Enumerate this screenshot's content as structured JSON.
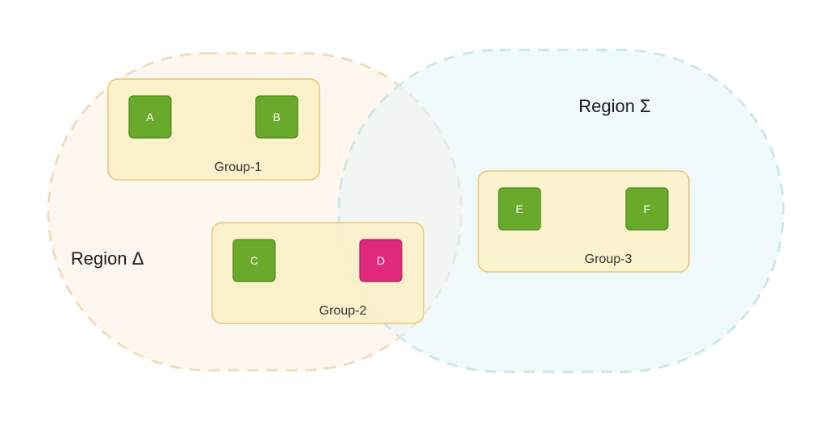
{
  "regions": {
    "delta": {
      "label": "Region Δ",
      "fill": "#fdf1e2",
      "stroke": "#f2dcbf"
    },
    "sigma": {
      "label": "Region Σ",
      "fill": "#e5f5f6",
      "stroke": "#cde8e8"
    }
  },
  "groups": {
    "group1": {
      "label": "Group-1"
    },
    "group2": {
      "label": "Group-2"
    },
    "group3": {
      "label": "Group-3"
    }
  },
  "group_style": {
    "fill": "#fdf0c6",
    "stroke": "#e6c57b"
  },
  "nodes": {
    "a": {
      "label": "A",
      "status": "normal"
    },
    "b": {
      "label": "B",
      "status": "normal"
    },
    "c": {
      "label": "C",
      "status": "normal"
    },
    "d": {
      "label": "D",
      "status": "highlighted"
    },
    "e": {
      "label": "E",
      "status": "normal"
    },
    "f": {
      "label": "F",
      "status": "normal"
    }
  },
  "colors": {
    "node_normal": "#6aaa2b",
    "node_normal_border": "#4f8a1c",
    "node_highlight": "#e0287d",
    "node_highlight_border": "#b51d63"
  }
}
